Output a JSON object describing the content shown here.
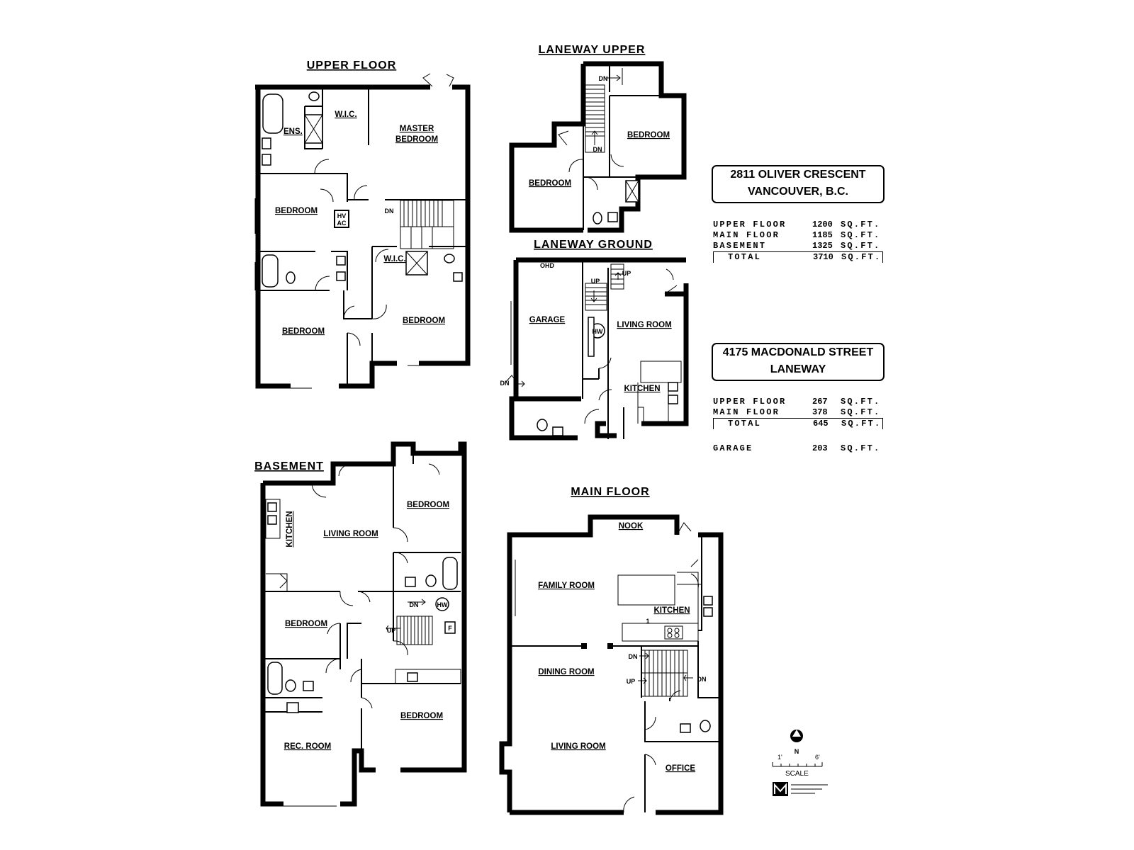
{
  "plans": {
    "upper_floor": {
      "title": "UPPER FLOOR",
      "rooms": {
        "ens": "ENS.",
        "wic1": "W.I.C.",
        "master": "MASTER BEDROOM",
        "bed1": "BEDROOM",
        "hvac": "HV AC",
        "bed2": "BEDROOM",
        "wic2": "W.I.C.",
        "bed3": "BEDROOM",
        "dn": "DN"
      }
    },
    "laneway_upper": {
      "title": "LANEWAY UPPER",
      "rooms": {
        "bed1": "BEDROOM",
        "bed2": "BEDROOM",
        "dn1": "DN",
        "dn2": "DN"
      }
    },
    "laneway_ground": {
      "title": "LANEWAY GROUND",
      "rooms": {
        "ohd": "OHD",
        "garage": "GARAGE",
        "living": "LIVING ROOM",
        "kitchen": "KITCHEN",
        "hw": "HW",
        "up1": "UP",
        "up2": "UP",
        "dn": "DN"
      }
    },
    "basement": {
      "title": "BASEMENT",
      "rooms": {
        "kitchen": "KITCHEN",
        "living": "LIVING ROOM",
        "bed1": "BEDROOM",
        "bed2": "BEDROOM",
        "bed3": "BEDROOM",
        "rec": "REC. ROOM",
        "dn": "DN",
        "up": "UP",
        "hw": "HW",
        "f": "F"
      }
    },
    "main_floor": {
      "title": "MAIN FLOOR",
      "rooms": {
        "nook": "NOOK",
        "family": "FAMILY ROOM",
        "kitchen": "KITCHEN",
        "dining": "DINING ROOM",
        "living": "LIVING ROOM",
        "office": "OFFICE",
        "dn1": "DN",
        "dn2": "DN",
        "up": "UP",
        "one": "1"
      }
    }
  },
  "property_main": {
    "address_line1": "2811 OLIVER CRESCENT",
    "address_line2": "VANCOUVER, B.C.",
    "areas": [
      {
        "label": "UPPER FLOOR",
        "value": "1200",
        "unit": "SQ.FT."
      },
      {
        "label": "MAIN FLOOR",
        "value": "1185",
        "unit": "SQ.FT."
      },
      {
        "label": "BASEMENT",
        "value": "1325",
        "unit": "SQ.FT."
      }
    ],
    "total": {
      "label": "TOTAL",
      "value": "3710",
      "unit": "SQ.FT."
    }
  },
  "property_laneway": {
    "address_line1": "4175 MACDONALD STREET",
    "address_line2": "LANEWAY",
    "areas": [
      {
        "label": "UPPER FLOOR",
        "value": "267",
        "unit": "SQ.FT."
      },
      {
        "label": "MAIN FLOOR",
        "value": "378",
        "unit": "SQ.FT."
      }
    ],
    "total": {
      "label": "TOTAL",
      "value": "645",
      "unit": "SQ.FT."
    },
    "garage": {
      "label": "GARAGE",
      "value": "203",
      "unit": "SQ.FT."
    }
  },
  "legend": {
    "north": "N",
    "scale": "SCALE",
    "scale_min": "1'",
    "scale_max": "6'"
  }
}
